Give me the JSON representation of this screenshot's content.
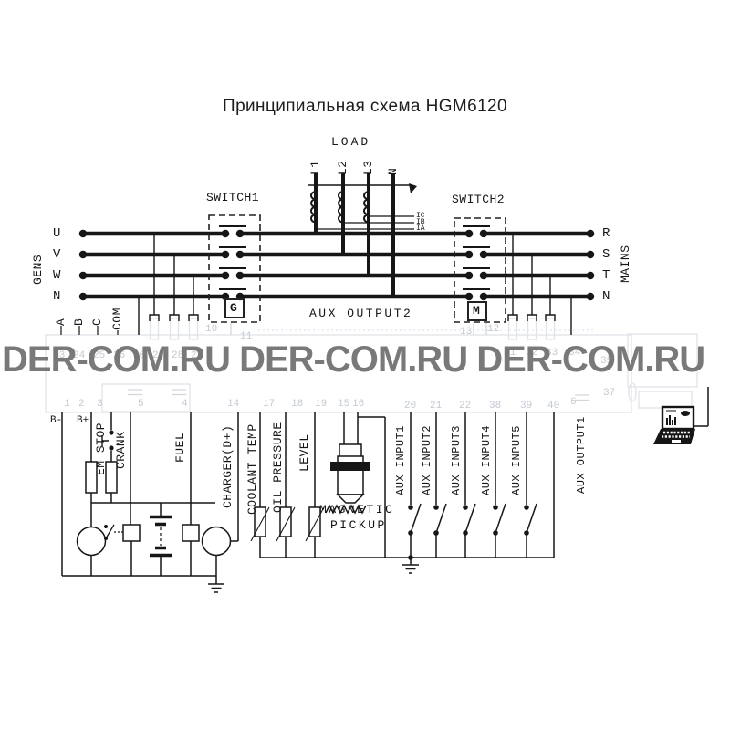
{
  "title": "Принципиальная схема HGM6120",
  "watermark": "DER-COM.RU DER-COM.RU DER-COM.RU",
  "load": {
    "label": "LOAD",
    "l1": "L1",
    "l2": "L2",
    "l3": "L3",
    "n": "N"
  },
  "ct": {
    "ic": "IC",
    "ib": "IB",
    "ia": "IA"
  },
  "switch1": {
    "label": "SWITCH1",
    "device": "G"
  },
  "switch2": {
    "label": "SWITCH2",
    "device": "M"
  },
  "gens": {
    "label": "GENS",
    "u": "U",
    "v": "V",
    "w": "W",
    "n": "N",
    "a": "A",
    "b": "B",
    "c": "C",
    "com": "COM"
  },
  "mains": {
    "label": "MAINS",
    "r": "R",
    "s": "S",
    "t": "T",
    "n": "N"
  },
  "aux_output2": "AUX OUTPUT2",
  "bottom": {
    "b_minus": "B-",
    "b_plus": "B+",
    "em_stop": "EM STOP",
    "crank": "CRANK",
    "fuel": "FUEL",
    "charger": "CHARGER(D+)",
    "coolant_temp": "COOLANT TEMP",
    "oil_pressure": "OIL PRESSURE",
    "level": "LEVEL",
    "magnetic_1": "MAGNETIC",
    "magnetic_2": "PICKUP",
    "aux_in_1": "AUX INPUT1",
    "aux_in_2": "AUX INPUT2",
    "aux_in_3": "AUX INPUT3",
    "aux_in_4": "AUX INPUT4",
    "aux_in_5": "AUX INPUT5",
    "aux_out_1": "AUX OUTPUT1"
  },
  "faint_nums": [
    "23",
    "24",
    "25",
    "26",
    "30",
    "29",
    "28",
    "27",
    "10",
    "11",
    "13",
    "12",
    "31",
    "32",
    "33",
    "34",
    "35",
    "1",
    "2",
    "3",
    "5",
    "4",
    "14",
    "17",
    "18",
    "19",
    "15",
    "16",
    "20",
    "21",
    "22",
    "38",
    "39",
    "40",
    "6",
    "37"
  ],
  "colors": {
    "wire": "#161616",
    "watermark": "#6f6f6f",
    "faint": "#c3c9d1"
  }
}
